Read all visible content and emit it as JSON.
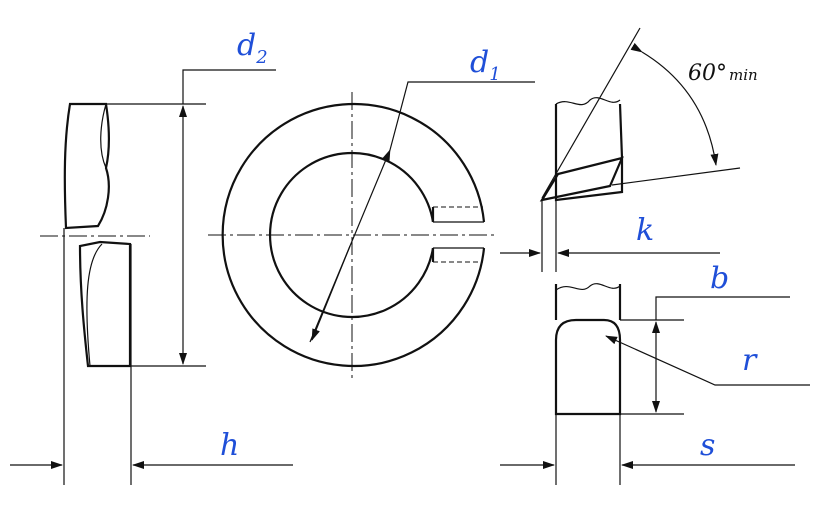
{
  "labels": {
    "d2": {
      "main": "d",
      "sub": "2"
    },
    "d1": {
      "main": "d",
      "sub": "1"
    },
    "k": "k",
    "b": "b",
    "r": "r",
    "h": "h",
    "s": "s",
    "angle": {
      "main": "60°",
      "sub": "min"
    }
  },
  "colors": {
    "label": "#1f4fd8",
    "line": "#111111",
    "background": "#ffffff"
  }
}
